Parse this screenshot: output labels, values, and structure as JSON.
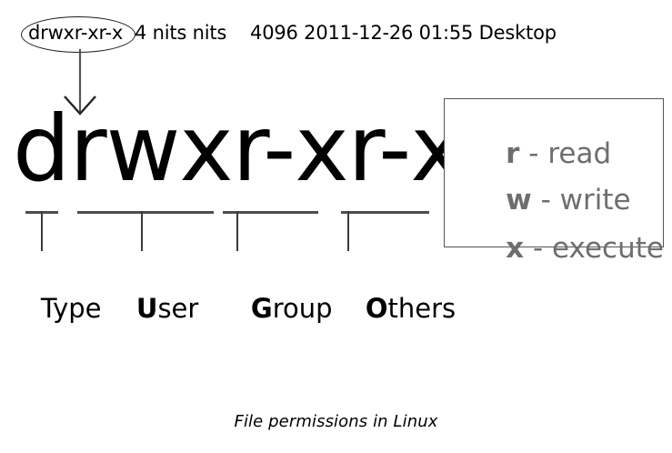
{
  "diagram": {
    "title_caption": "File permissions in Linux",
    "ls_output": {
      "permission_string": "drwxr-xr-x",
      "rest": "4 nits nits    4096 2011-12-26 01:55 Desktop",
      "links": "4",
      "owner": "nits",
      "group": "nits",
      "size": "4096",
      "date": "2011-12-26",
      "time": "01:55",
      "filename": "Desktop"
    },
    "highlighted_permissions": "drwxr-xr-x",
    "fields": [
      {
        "label_bold": "",
        "label_rest": "Type",
        "full": "Type"
      },
      {
        "label_bold": "U",
        "label_rest": "ser",
        "full": "User"
      },
      {
        "label_bold": "G",
        "label_rest": "roup",
        "full": "Group"
      },
      {
        "label_bold": "O",
        "label_rest": "thers",
        "full": "Others"
      }
    ],
    "legend": {
      "items": [
        {
          "letter": "r",
          "separator": " - ",
          "meaning": "read"
        },
        {
          "letter": "w",
          "separator": " - ",
          "meaning": "write"
        },
        {
          "letter": "x",
          "separator": " - ",
          "meaning": "execute"
        }
      ]
    },
    "colors": {
      "text": "#000000",
      "legend_text": "#6e6e6e",
      "bracket": "#4d4d4d",
      "box_border": "#555555",
      "background": "#ffffff"
    }
  }
}
